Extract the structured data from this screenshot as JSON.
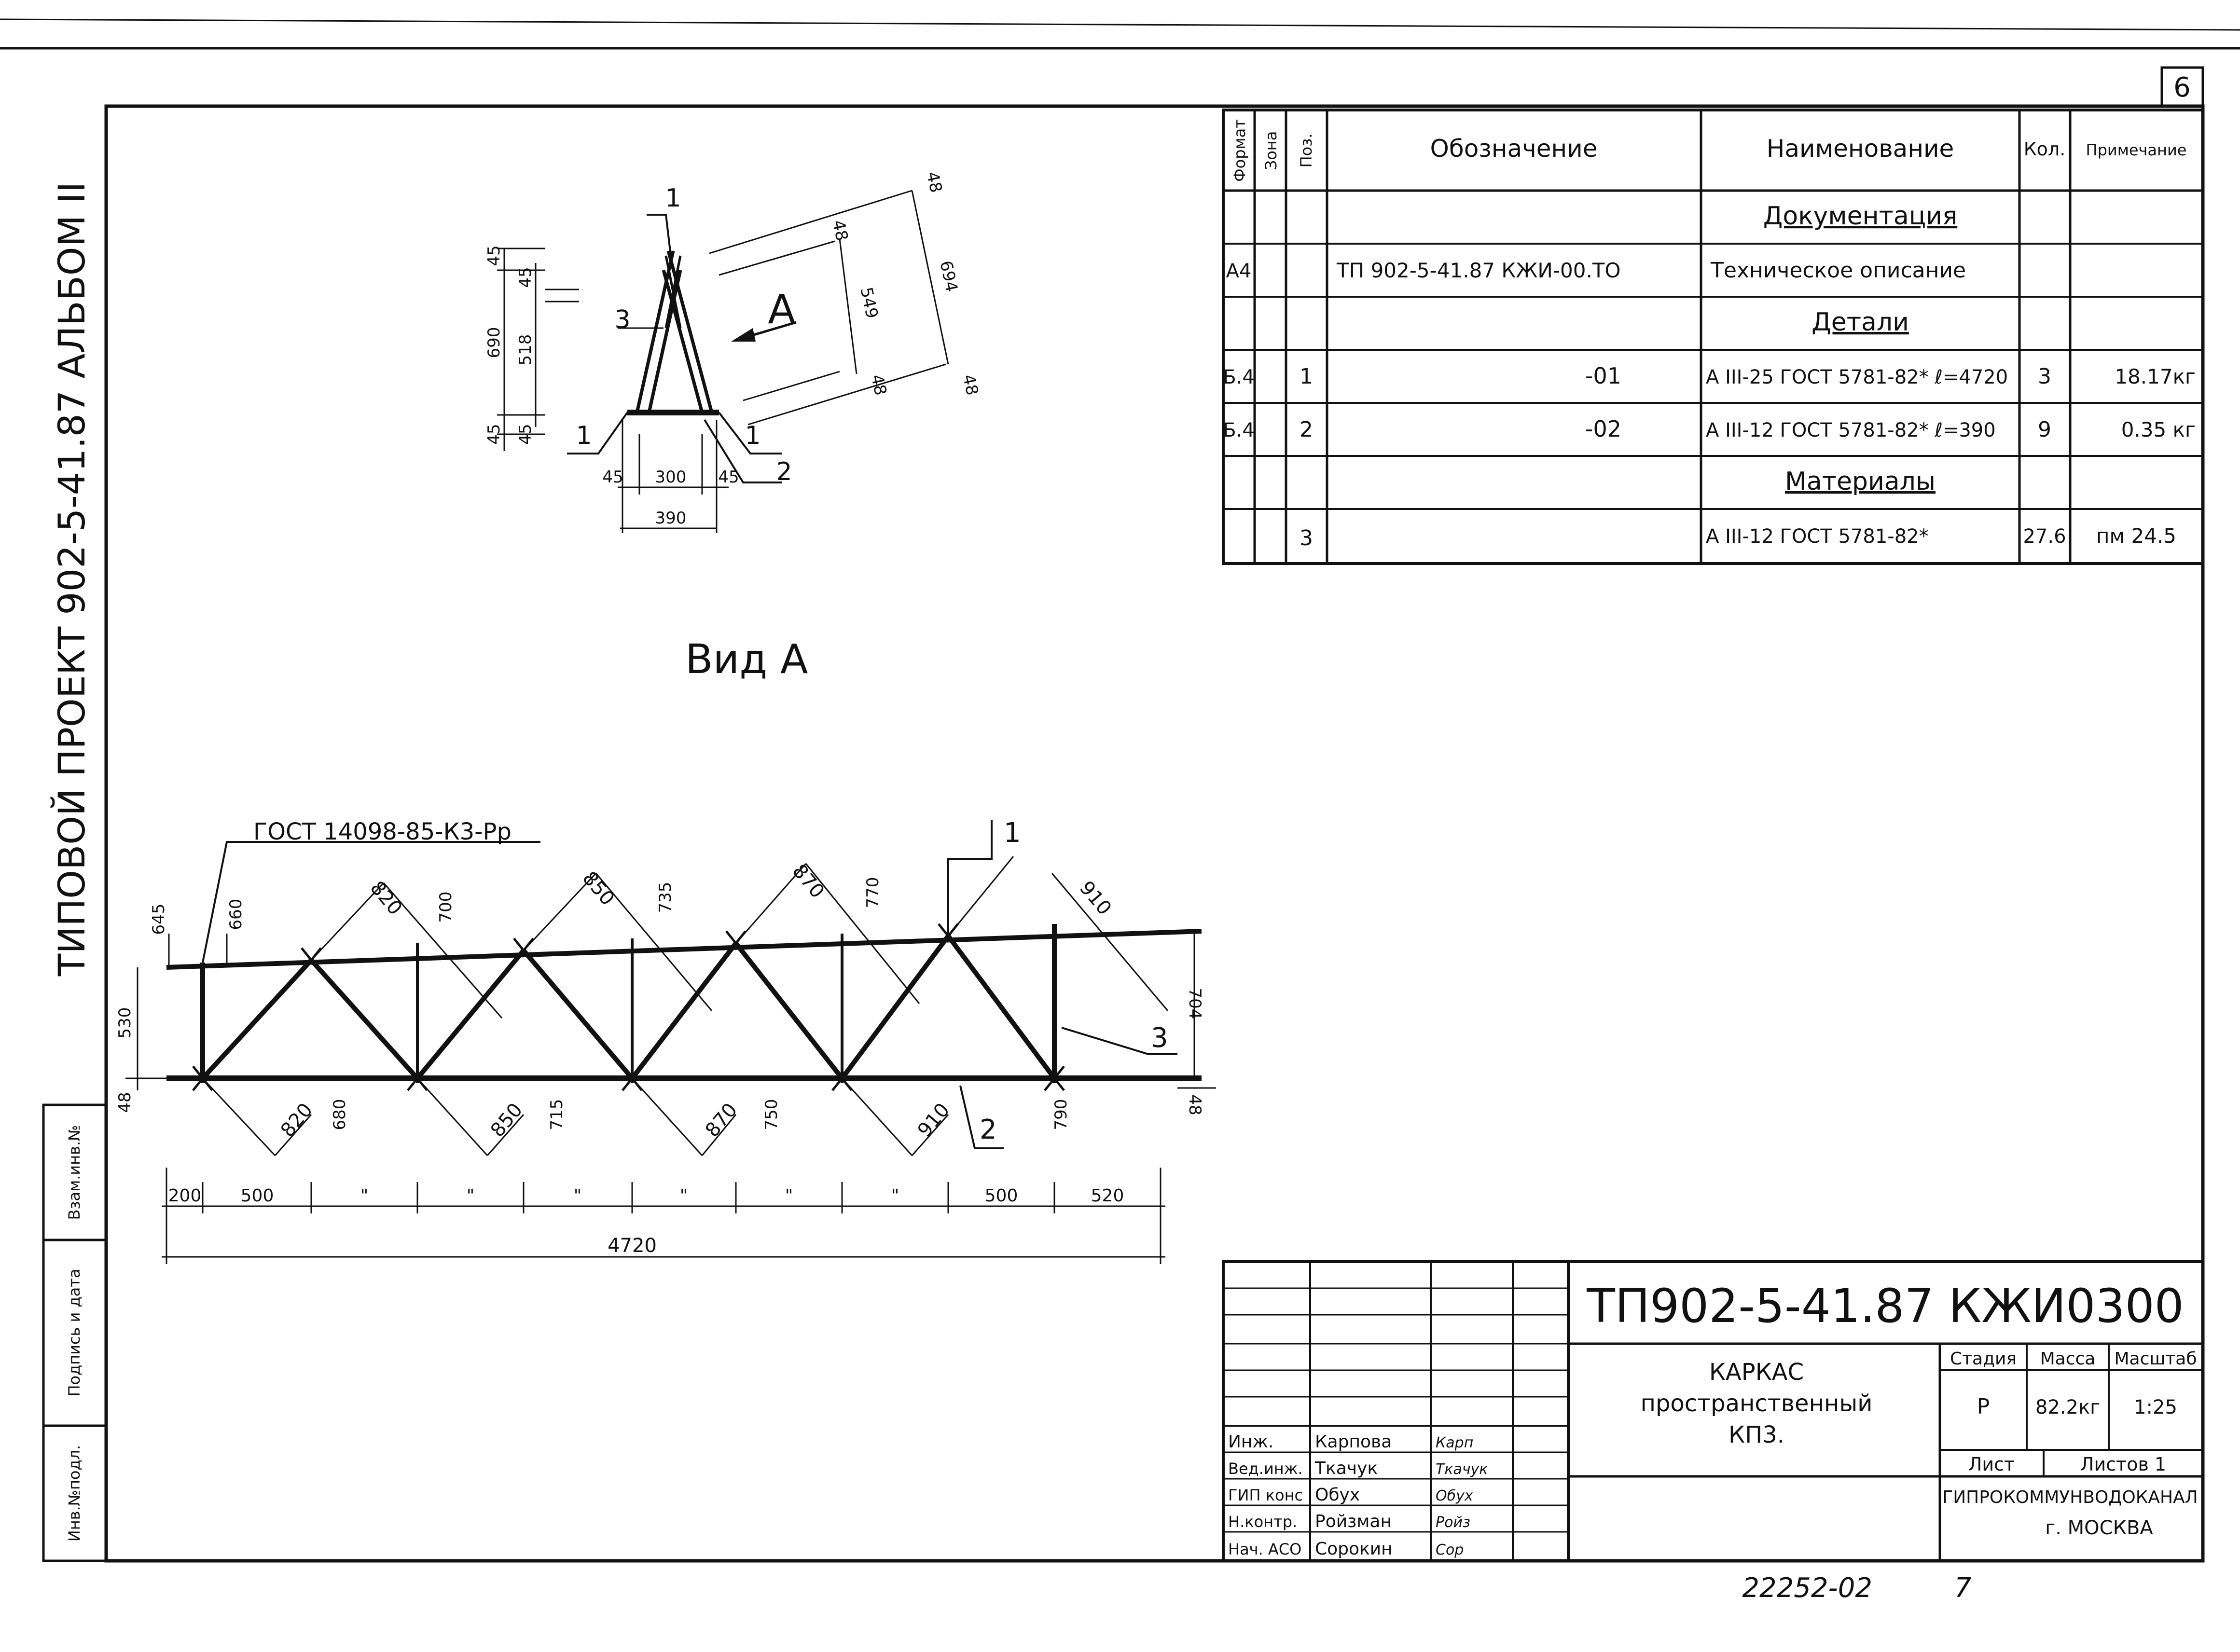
{
  "sheet_number": "6",
  "side_title": "ТИПОВОЙ ПРОЕКТ 902-5-41.87 АЛЬБОМ II",
  "side_stamps": [
    "Инв.№подл.",
    "Подпись и дата",
    "Взам.инв.№"
  ],
  "spec_table": {
    "headers": [
      "Формат",
      "Зона",
      "Поз.",
      "Обозначение",
      "Наименование",
      "Кол.",
      "Примечание"
    ],
    "rows": [
      {
        "format": "",
        "zone": "",
        "pos": "",
        "designation": "",
        "name": "Документация",
        "qty": "",
        "note": ""
      },
      {
        "format": "А4",
        "zone": "",
        "pos": "",
        "designation": "ТП 902-5-41.87 КЖИ-00.ТО",
        "name": "Техническое описание",
        "qty": "",
        "note": ""
      },
      {
        "format": "",
        "zone": "",
        "pos": "",
        "designation": "",
        "name": "Детали",
        "qty": "",
        "note": ""
      },
      {
        "format": "Б.4",
        "zone": "",
        "pos": "1",
        "designation": "-01",
        "name": "А III-25 ГОСТ 5781-82* ℓ=4720",
        "qty": "3",
        "note": "18.17кг"
      },
      {
        "format": "Б.4",
        "zone": "",
        "pos": "2",
        "designation": "-02",
        "name": "А III-12 ГОСТ 5781-82* ℓ=390",
        "qty": "9",
        "note": "0.35 кг"
      },
      {
        "format": "",
        "zone": "",
        "pos": "",
        "designation": "",
        "name": "Материалы",
        "qty": "",
        "note": ""
      },
      {
        "format": "",
        "zone": "",
        "pos": "3",
        "designation": "",
        "name": "А III-12 ГОСТ 5781-82*",
        "qty": "27.6",
        "note": "пм 24.5"
      }
    ]
  },
  "section_view": {
    "label_1": "1",
    "label_2": "2",
    "label_3": "3",
    "label_A": "А",
    "dims_vertical": [
      "45",
      "45",
      "690",
      "518",
      "45",
      "45"
    ],
    "dims_bottom": [
      "45",
      "300",
      "45",
      "390"
    ],
    "dims_diag": [
      "48",
      "48",
      "549",
      "694",
      "48",
      "48"
    ]
  },
  "view_label": "Вид А",
  "elevation": {
    "weld_note": "ГОСТ 14098-85-К3-Рр",
    "pos_1": "1",
    "pos_2": "2",
    "pos_3": "3",
    "heights": [
      "645",
      "660",
      "700",
      "735",
      "770",
      "530",
      "704",
      "48",
      "48"
    ],
    "diag_top": [
      "820",
      "850",
      "870",
      "910"
    ],
    "diag_bottom": [
      "820",
      "850",
      "870",
      "910"
    ],
    "verticals_bottom": [
      "680",
      "715",
      "750",
      "790"
    ],
    "spacing": [
      "200",
      "500",
      "\"",
      "\"",
      "\"",
      "\"",
      "\"",
      "\"",
      "500",
      "520"
    ],
    "total_length": "4720"
  },
  "title_block": {
    "code": "ТП902-5-41.87 КЖИ0300",
    "title": [
      "КАРКАС",
      "пространственный",
      "КП3."
    ],
    "headers": [
      "Стадия",
      "Масса",
      "Масштаб"
    ],
    "values": [
      "Р",
      "82.2кг",
      "1:25"
    ],
    "sheet_label": "Лист",
    "sheets_label": "Листов 1",
    "org": [
      "ГИПРОКОММУНВОДОКАНАЛ",
      "г. МОСКВА"
    ],
    "people": [
      {
        "role": "Инж.",
        "name": "Карпова",
        "sign": "Карп"
      },
      {
        "role": "Вед.инж.",
        "name": "Ткачук",
        "sign": "Ткачук"
      },
      {
        "role": "ГИП конс",
        "name": "Обух",
        "sign": "Обух"
      },
      {
        "role": "Н.контр.",
        "name": "Ройзман",
        "sign": "Ройз"
      },
      {
        "role": "Нач. АСО",
        "name": "Сорокин",
        "sign": "Сор"
      }
    ]
  },
  "archive_number": "22252-02",
  "archive_page": "7"
}
